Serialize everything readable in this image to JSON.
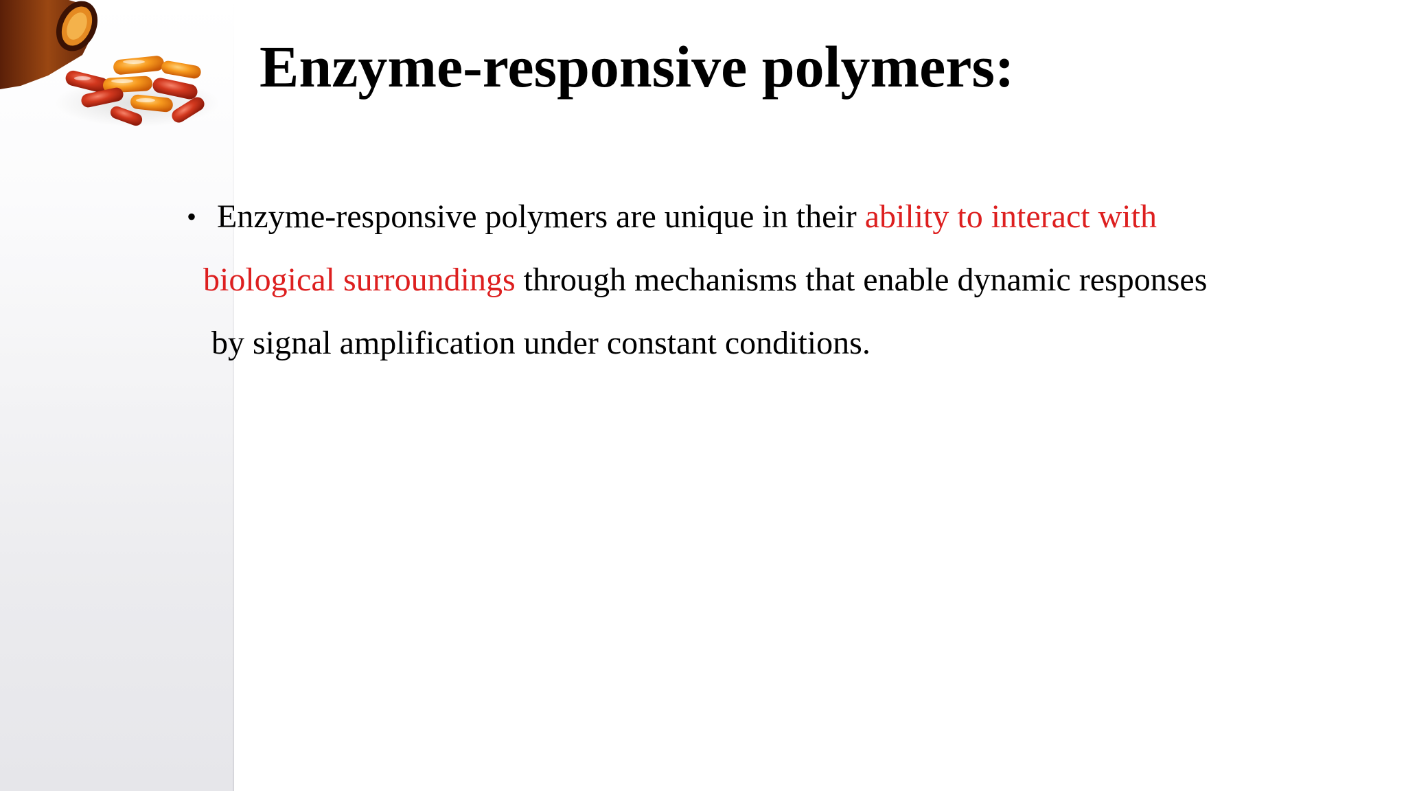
{
  "slide": {
    "title": "Enzyme-responsive polymers:",
    "bullets": [
      {
        "marker": "•",
        "line1_a": "Enzyme-responsive polymers are unique in their ",
        "line1_b": "ability to interact with",
        "line2_a": "biological surroundings",
        "line2_b": " through mechanisms that enable dynamic responses",
        "line3": "by signal amplification under constant conditions."
      }
    ],
    "highlight_color": "#dd1f1f",
    "text_color": "#000000",
    "decor_icon": "pill-bottle-capsules-icon"
  }
}
